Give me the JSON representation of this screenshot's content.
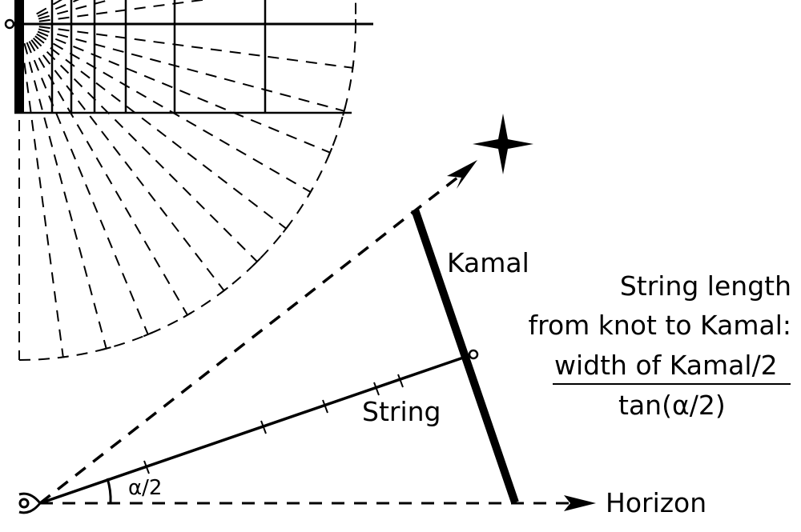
{
  "labels": {
    "kamal": "Kamal",
    "string": "String",
    "horizon": "Horizon",
    "angle": "α/2",
    "formula_line1": "String length",
    "formula_line2": "from knot to Kamal:",
    "numerator": "width of Kamal/2",
    "denominator": "tan(α/2)"
  },
  "icons": [
    "eye-icon",
    "star-icon"
  ],
  "colors": {
    "ink": "#000000",
    "background": "#ffffff"
  }
}
